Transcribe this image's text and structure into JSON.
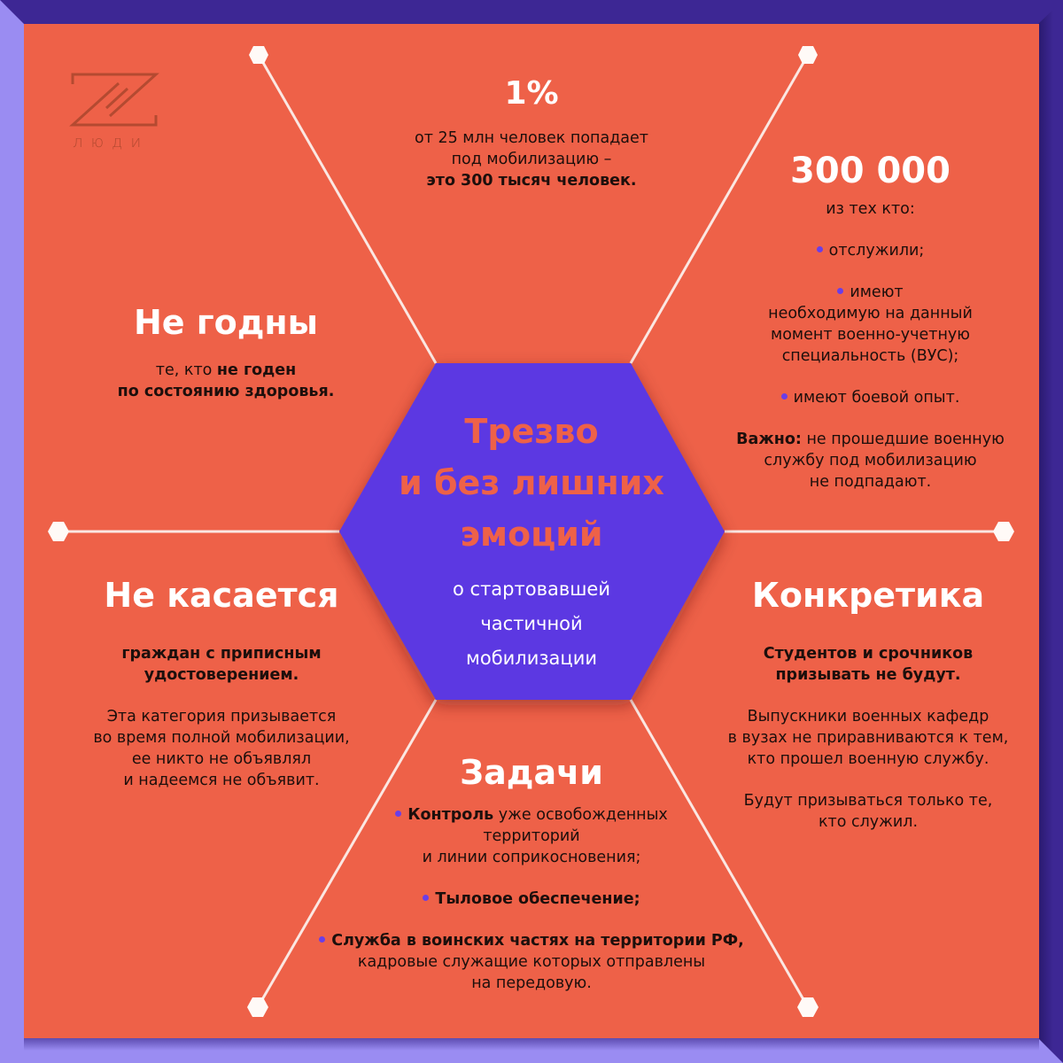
{
  "colors": {
    "card_background": "#ee6148",
    "hexagon_fill": "#5b39e2",
    "frame_dark": "#3d2794",
    "frame_light": "#9a8cf2",
    "bullet": "#6a3ee8",
    "heading_text": "#ffffff",
    "body_text": "#1d0f0c"
  },
  "logo": {
    "icon": "z-letter-logo-icon",
    "text": "люди"
  },
  "center": {
    "title_lines": [
      "Трезво",
      "и без лишних",
      "эмоций"
    ],
    "subtitle_lines": [
      "о стартовавшей",
      "частичной",
      "мобилизации"
    ]
  },
  "top": {
    "heading": "1%",
    "lines": [
      "от 25 млн человек попадает",
      "под мобилизацию –"
    ],
    "bold_line": "это 300 тысяч человек."
  },
  "top_right": {
    "heading": "300 000",
    "intro": "из тех кто:",
    "bullets": [
      {
        "lines": [
          "отслужили;"
        ]
      },
      {
        "lines": [
          "имеют",
          "необходимую на данный",
          "момент военно-учетную",
          "специальность (ВУС);"
        ]
      },
      {
        "lines": [
          "имеют боевой опыт."
        ]
      }
    ],
    "note_bold": "Важно:",
    "note_lines": [
      "не прошедшие военную",
      "службу под мобилизацию",
      "не подпадают."
    ]
  },
  "left_top": {
    "heading": "Не годны",
    "line1_regular": "те, кто ",
    "line1_bold": "не годен",
    "line2_bold": "по состоянию здоровья."
  },
  "left_bottom": {
    "heading": "Не касается",
    "bold_lines": [
      "граждан с приписным",
      "удостоверением."
    ],
    "lines": [
      "Эта категория призывается",
      "во время полной мобилизации,",
      "ее никто не объявлял",
      "и надеемся не объявит."
    ]
  },
  "right_bottom": {
    "heading": "Конкретика",
    "bold_lines": [
      "Студентов и срочников",
      "призывать не будут."
    ],
    "para1": [
      "Выпускники военных кафедр",
      "в вузах не приравниваются к тем,",
      "кто прошел военную службу."
    ],
    "para2": [
      "Будут призываться только те,",
      "кто служил."
    ]
  },
  "bottom": {
    "heading": "Задачи",
    "item1_bold": "Контроль",
    "item1_rest": " уже освобожденных",
    "item1_lines": [
      "территорий",
      "и линии соприкосновения;"
    ],
    "item2_bold": "Тыловое обеспечение;",
    "item3_bold": "Служба в воинских частях на территории РФ,",
    "item3_lines": [
      "кадровые служащие которых отправлены",
      "на передовую."
    ]
  }
}
